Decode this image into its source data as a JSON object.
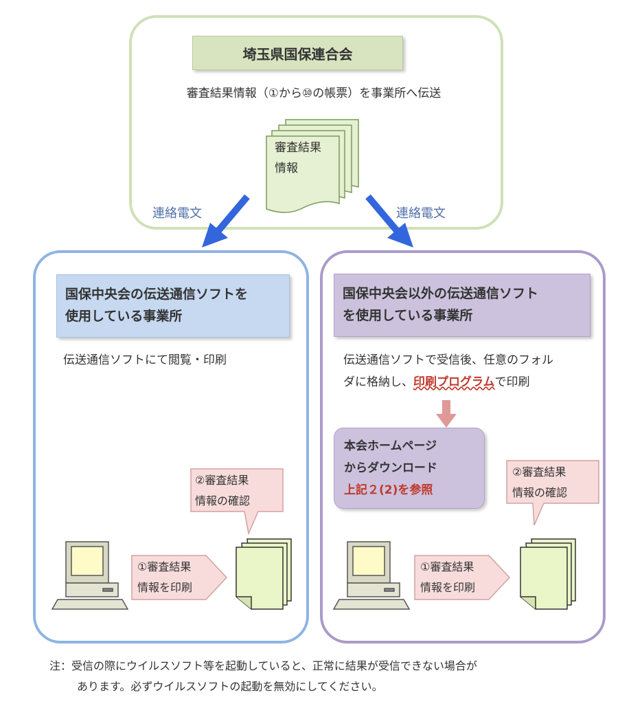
{
  "top": {
    "title": "埼玉県国保連合会",
    "description": "審査結果情報（①から⑩の帳票）を事業所へ伝送",
    "doc_label_line1": "審査結果",
    "doc_label_line2": "情報",
    "arrow_label_left": "連絡電文",
    "arrow_label_right": "連絡電文"
  },
  "left": {
    "header_line1": "国保中央会の伝送通信ソフトを",
    "header_line2": "使用している事業所",
    "description": "伝送通信ソフトにて閲覧・印刷",
    "callout_line1": "②審査結果",
    "callout_line2": "情報の確認",
    "print_line1": "①審査結果",
    "print_line2": "情報を印刷"
  },
  "right": {
    "header_line1": "国保中央会以外の伝送通信ソフト",
    "header_line2": "を使用している事業所",
    "description_line1": "伝送通信ソフトで受信後、任意のフォル",
    "description_line2_prefix": "ダに格納し、",
    "description_link": "印刷プログラム",
    "description_line2_suffix": "で印刷",
    "download_line1": "本会ホームページ",
    "download_line2": "からダウンロード",
    "download_line3": "上記２(2)を参照",
    "callout_line1": "②審査結果",
    "callout_line2": "情報の確認",
    "print_line1": "①審査結果",
    "print_line2": "情報を印刷"
  },
  "note": {
    "line1": "注：受信の際にウイルスソフト等を起動していると、正常に結果が受信できない場合が",
    "line2": "あります。必ずウイルスソフトの起動を無効にしてください。"
  },
  "colors": {
    "top_border": "#cfe0b8",
    "left_border": "#8fb4e3",
    "right_border": "#a99bc9",
    "arrow_blue": "#3366dd",
    "accent_red": "#c0392b"
  }
}
